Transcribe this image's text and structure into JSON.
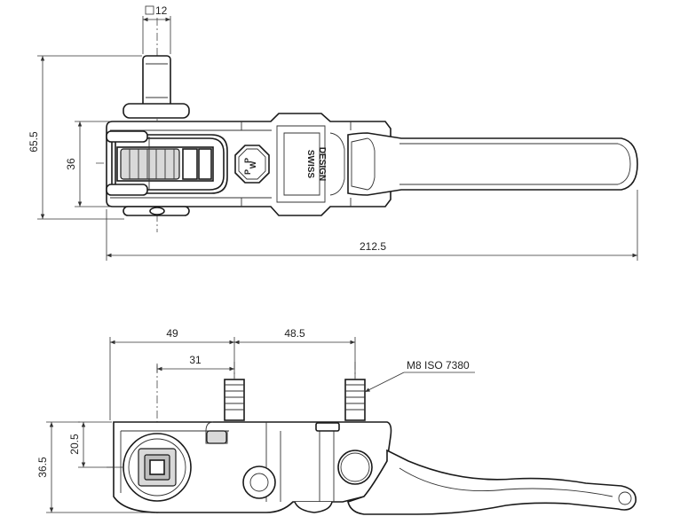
{
  "dimensions": {
    "top_view": {
      "stud_square": "12",
      "overall_height": "65.5",
      "body_height": "36",
      "overall_length": "212.5"
    },
    "side_view": {
      "to_first_stud": "49",
      "stud_spacing": "48.5",
      "axis_to_stud": "31",
      "axis_height": "20.5",
      "body_height": "36.5"
    }
  },
  "labels": {
    "logo_line1": "P",
    "logo_line2": "W",
    "logo_line3": "P",
    "swiss": "SWISS",
    "design": "DESIGN",
    "thread_note": "M8 ISO 7380"
  }
}
